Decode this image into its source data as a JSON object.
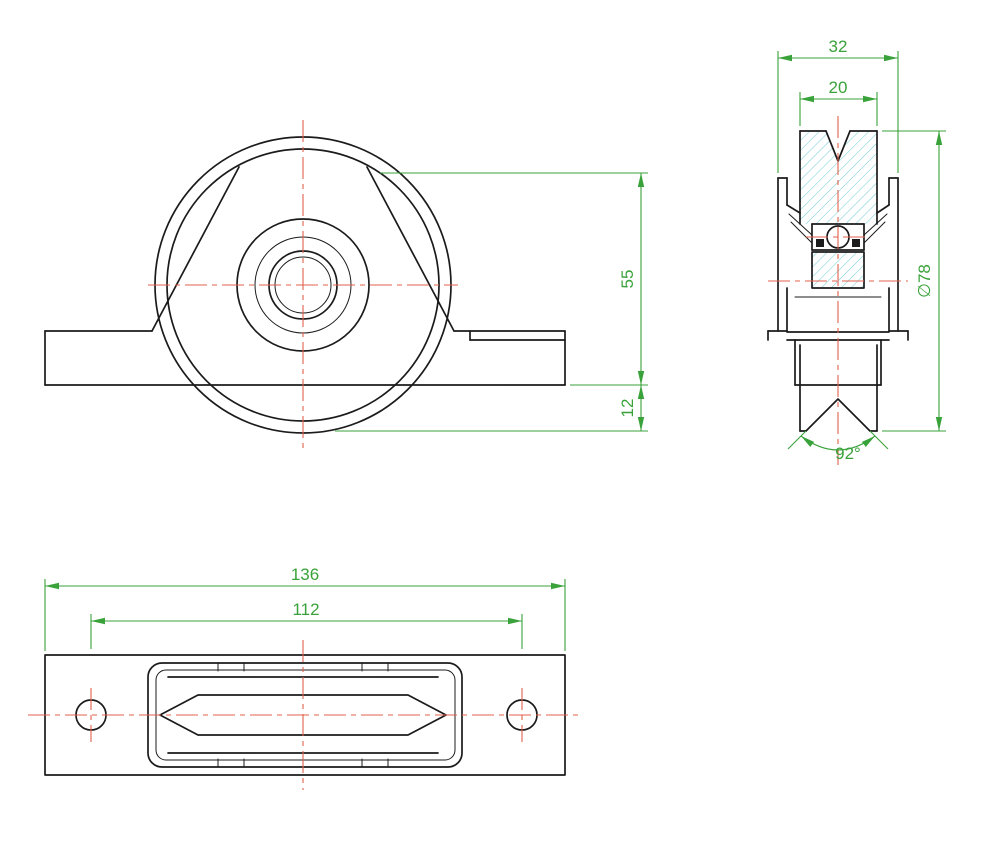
{
  "drawing": {
    "kind": "engineering-drawing",
    "views": {
      "front": {
        "label": "front-view",
        "dim_height": "55",
        "dim_drop": "12"
      },
      "side": {
        "label": "side-section-view",
        "dim_bracket_width": "32",
        "dim_rim_width": "20",
        "dim_wheel_diameter": "∅78",
        "dim_groove_angle": "92°"
      },
      "plan": {
        "label": "plan-view",
        "dim_plate_length": "136",
        "dim_hole_spacing": "112"
      }
    },
    "colors": {
      "object_line": "#1b1b1b",
      "centerline": "#e0604c",
      "dimension": "#3aa23a",
      "hatch": "#7ccfd6",
      "background": "#ffffff"
    }
  }
}
